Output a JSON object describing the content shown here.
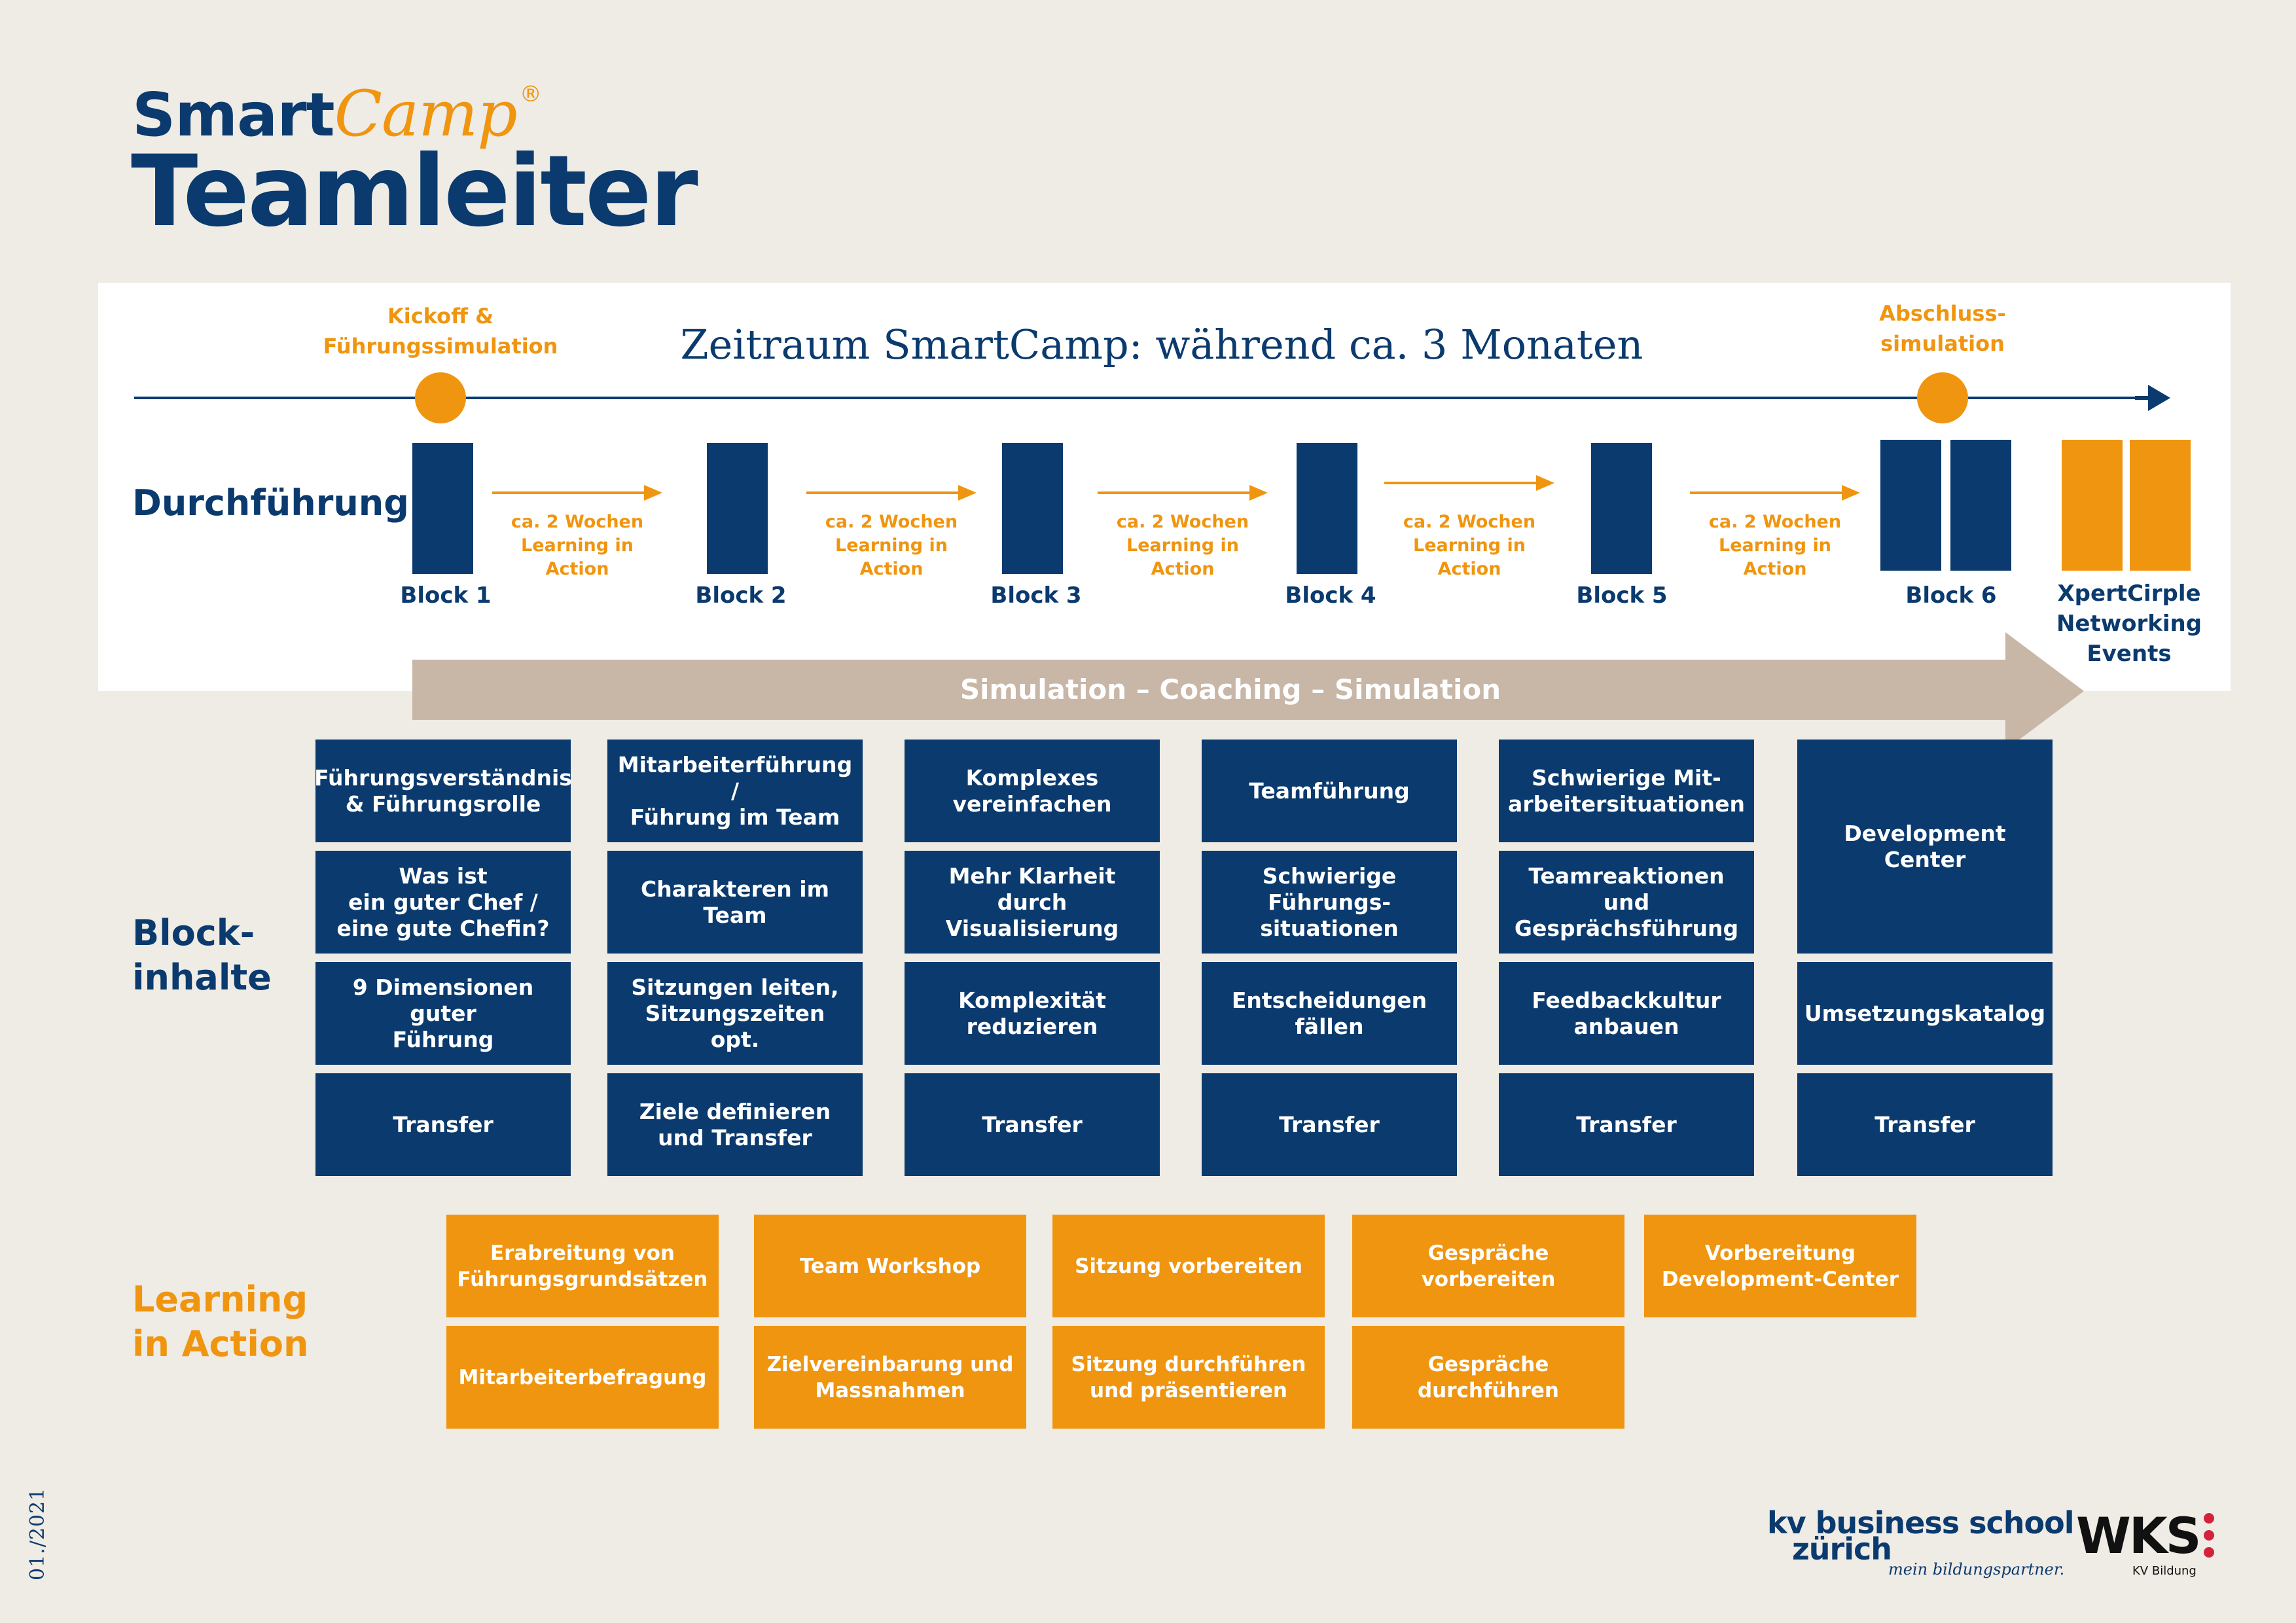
{
  "header": {
    "brand_smart": "Smart",
    "brand_camp": "Camp",
    "brand_reg": "®",
    "title": "Teamleiter"
  },
  "timeline": {
    "period": "Zeitraum SmartCamp: während ca. 3 Monaten",
    "kickoff_label_1": "Kickoff &",
    "kickoff_label_2": "Führungssimulation",
    "final_label_1": "Abschluss-",
    "final_label_2": "simulation",
    "row_label": "Durchführung",
    "blocks": [
      "Block 1",
      "Block 2",
      "Block 3",
      "Block 4",
      "Block 5",
      "Block 6"
    ],
    "between_line1": "ca. 2 Wochen",
    "between_line2": "Learning in Action",
    "xpert_1": "XpertCirple",
    "xpert_2": "Networking",
    "xpert_3": "Events"
  },
  "simulation_band": "Simulation – Coaching – Simulation",
  "block_contents": {
    "label_1": "Block-",
    "label_2": "inhalte",
    "columns": [
      [
        "Führungsverständnis\n& Führungsrolle",
        "Was ist\nein guter Chef /\neine gute Chefin?",
        "9 Dimensionen guter\nFührung",
        "Transfer"
      ],
      [
        "Mitarbeiterführung /\nFührung im Team",
        "Charakteren im Team",
        "Sitzungen leiten,\nSitzungszeiten opt.",
        "Ziele definieren\nund Transfer"
      ],
      [
        "Komplexes\nvereinfachen",
        "Mehr Klarheit durch\nVisualisierung",
        "Komplexität\nreduzieren",
        "Transfer"
      ],
      [
        "Teamführung",
        "Schwierige Führungs-\nsituationen",
        "Entscheidungen\nfällen",
        "Transfer"
      ],
      [
        "Schwierige Mit-\narbeitersituationen",
        "Teamreaktionen und\nGesprächsführung",
        "Feedbackkultur\nanbauen",
        "Transfer"
      ],
      [
        "Development\nCenter",
        "Umsetzungskatalog",
        "Transfer"
      ]
    ]
  },
  "learning_in_action": {
    "label_1": "Learning",
    "label_2": "in Action",
    "row1": [
      "Erabreitung von\nFührungsgrundsätzen",
      "Team Workshop",
      "Sitzung vorbereiten",
      "Gespräche\nvorbereiten",
      "Vorbereitung\nDevelopment-Center"
    ],
    "row2": [
      "Mitarbeiterbefragung",
      "Zielvereinbarung und\nMassnahmen",
      "Sitzung durchführen\nund präsentieren",
      "Gespräche\ndurchführen"
    ]
  },
  "footer": {
    "date": "01./2021",
    "kv_line1": "kv business school",
    "kv_line2": "zürich",
    "kv_tagline": "mein bildungspartner.",
    "wks": "WKS",
    "wks_sub": "KV Bildung"
  },
  "colors": {
    "navy": "#0a3a6e",
    "orange": "#f0950f",
    "band": "#c8b6a6",
    "background": "#efebe5"
  }
}
